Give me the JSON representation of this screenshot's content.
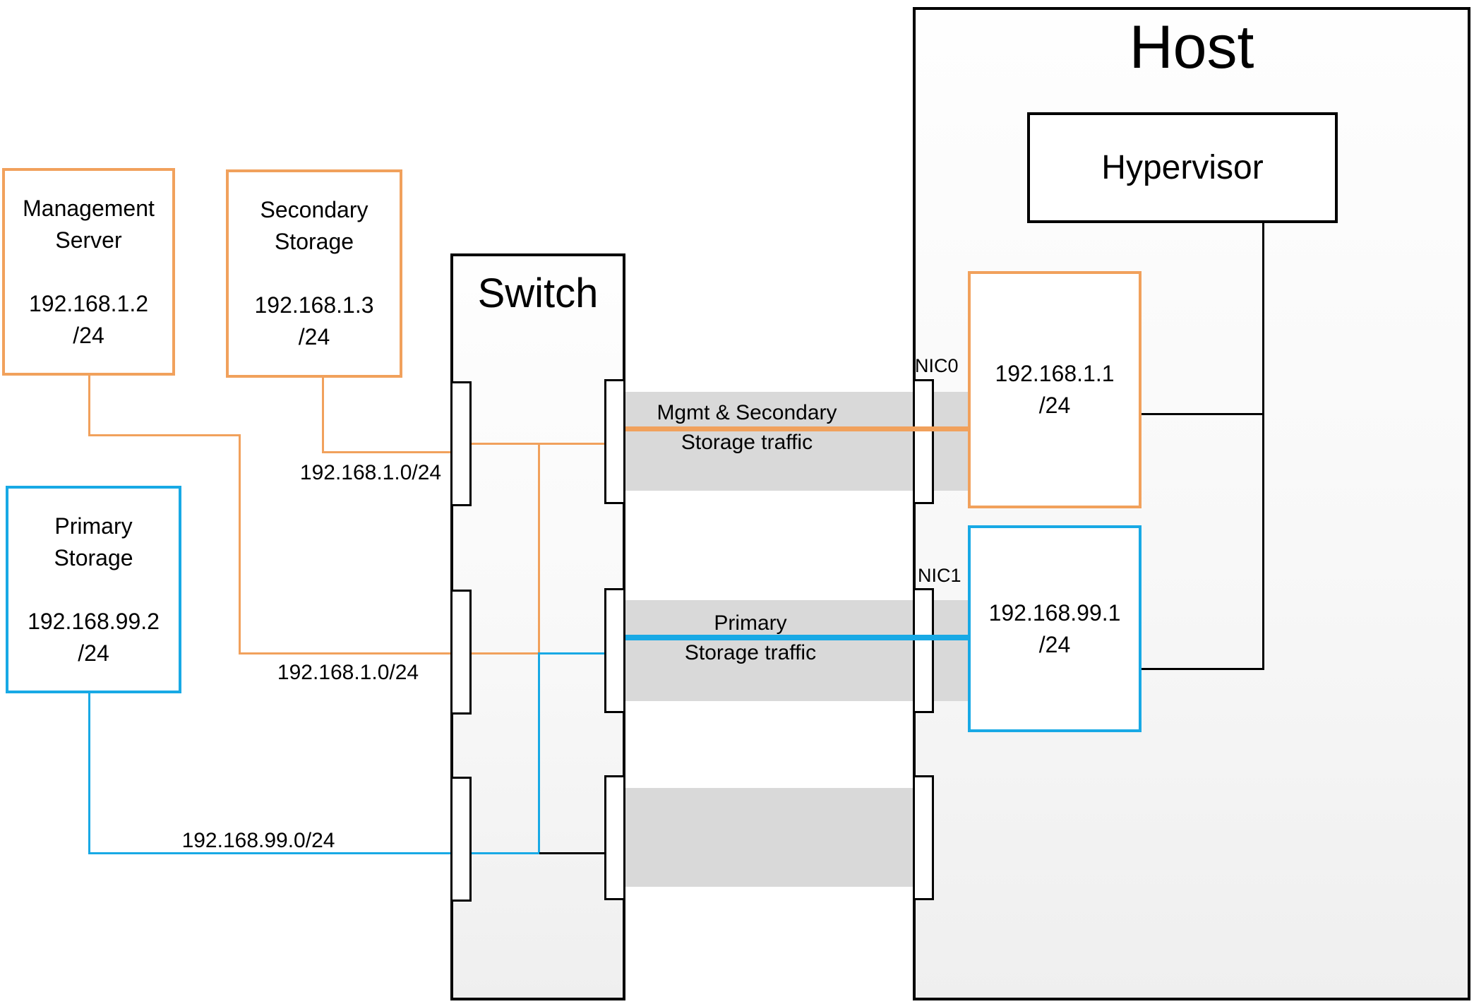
{
  "host": {
    "title": "Host",
    "hypervisor_label": "Hypervisor",
    "nic0_label": "NIC0",
    "nic1_label": "NIC1",
    "nic0": {
      "ip": "192.168.1.1",
      "mask": "/24"
    },
    "nic1": {
      "ip": "192.168.99.1",
      "mask": "/24"
    }
  },
  "switch": {
    "title": "Switch"
  },
  "devices": {
    "management": {
      "name_line1": "Management",
      "name_line2": "Server",
      "ip": "192.168.1.2",
      "mask": "/24"
    },
    "secondary": {
      "name_line1": "Secondary",
      "name_line2": "Storage",
      "ip": "192.168.1.3",
      "mask": "/24"
    },
    "primary": {
      "name_line1": "Primary",
      "name_line2": "Storage",
      "ip": "192.168.99.2",
      "mask": "/24"
    }
  },
  "labels": {
    "subnet_port1": "192.168.1.0/24",
    "subnet_port2": "192.168.1.0/24",
    "subnet_port3": "192.168.99.0/24",
    "traffic_band1_line1": "Mgmt & Secondary",
    "traffic_band1_line2": "Storage traffic",
    "traffic_band2_line1": "Primary",
    "traffic_band2_line2": "Storage traffic"
  },
  "colors": {
    "orange": "#F1A15C",
    "blue": "#18A9E5",
    "band_gray": "#D9D9D9",
    "line_black": "#000000"
  }
}
